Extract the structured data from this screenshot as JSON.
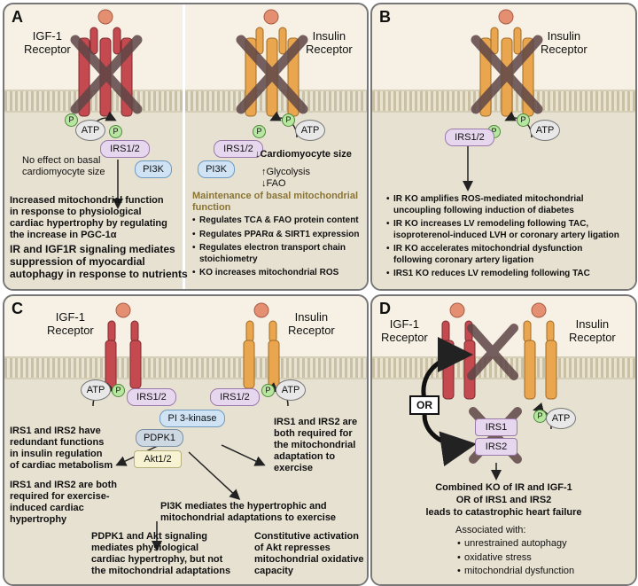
{
  "panel_a": {
    "letter": "A",
    "igf_receptor": "IGF-1\nReceptor",
    "insulin_receptor": "Insulin\nReceptor",
    "p": "P",
    "atp": "ATP",
    "irs": "IRS1/2",
    "pi3k": "PI3K",
    "no_effect": "No effect on basal\ncardiomyocyte size",
    "increased_mito": "Increased mitochondrial function\nin response to physiological\ncardiac hypertrophy by regulating\nthe increase in PGC-1α",
    "autophagy": "IR and IGF1R signaling mediates\nsuppression of myocardial\nautophagy in response to nutrients",
    "cardio_size": "↓Cardiomyocyte size",
    "glycolysis": "↑Glycolysis",
    "fao": "↓FAO",
    "maintenance": "Maintenance of basal mitochondrial\nfunction",
    "bullets": [
      "Regulates TCA & FAO protein content",
      "Regulates PPARα & SIRT1 expression",
      "Regulates electron transport chain\nstoichiometry",
      "KO increases mitochondrial ROS"
    ]
  },
  "panel_b": {
    "letter": "B",
    "insulin_receptor": "Insulin\nReceptor",
    "p": "P",
    "atp": "ATP",
    "irs": "IRS1/2",
    "bullets": [
      "IR KO amplifies ROS-mediated mitochondrial\nuncoupling following induction of diabetes",
      "IR KO increases LV remodeling following TAC,\nisoproterenol-induced LVH or coronary artery ligation",
      "IR KO accelerates mitochondrial dysfunction\nfollowing coronary artery ligation",
      "IRS1 KO reduces LV remodeling following TAC"
    ]
  },
  "panel_c": {
    "letter": "C",
    "igf_receptor": "IGF-1\nReceptor",
    "insulin_receptor": "Insulin\nReceptor",
    "p": "P",
    "atp": "ATP",
    "irs": "IRS1/2",
    "pi3kinase": "PI 3-kinase",
    "pdpk1": "PDPK1",
    "akt": "Akt1/2",
    "redundant": "IRS1 and IRS2 have\nredundant functions\nin insulin regulation\nof cardiac metabolism",
    "exercise_hypertrophy": "IRS1 and IRS2 are both\nrequired for exercise-\ninduced cardiac\nhypertrophy",
    "pdpk1_akt": "PDPK1 and Akt signaling\nmediates physiological\ncardiac hypertrophy, but not\nthe mitochondrial adaptations",
    "both_required": "IRS1 and IRS2 are\nboth required for\nthe mitochondrial\nadaptation to\nexercise",
    "pi3k_mediates": "PI3K mediates the hypertrophic and\nmitochondrial adaptations to exercise",
    "constitutive": "Constitutive activation\nof Akt represses\nmitochondrial oxidative\ncapacity"
  },
  "panel_d": {
    "letter": "D",
    "igf_receptor": "IGF-1\nReceptor",
    "insulin_receptor": "Insulin\nReceptor",
    "or": "OR",
    "p": "P",
    "atp": "ATP",
    "irs1": "IRS1",
    "irs2": "IRS2",
    "combined_ko": "Combined KO of IR and IGF-1",
    "or_irs": "OR of IRS1 and IRS2",
    "heart_failure": "leads to catastrophic heart failure",
    "associated": "Associated with:",
    "bullets": [
      "unrestrained autophagy",
      "oxidative stress",
      "mitochondrial dysfunction"
    ]
  },
  "colors": {
    "igf_receptor": "#c44a4f",
    "insulin_receptor": "#e9a64f",
    "ligand": "#e58f72",
    "knockout_x": "#5f4647",
    "maintenance_text": "#8a7434",
    "background": "#f6f1e4",
    "cytoplasm": "#e7e1d2"
  }
}
